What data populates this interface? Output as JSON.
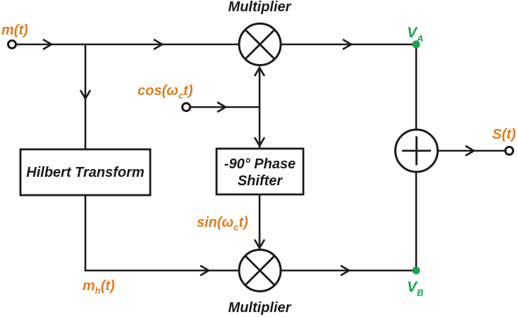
{
  "colors": {
    "accent-orange": "#E07C1F",
    "accent-green": "#1CA24F",
    "line": "#1A1A1A"
  },
  "labels": {
    "input_signal": "m(t)",
    "multiplier_top": "Multiplier",
    "multiplier_bottom": "Multiplier",
    "hilbert_block": "Hilbert Transform",
    "phase_shifter_line1": "-90° Phase",
    "phase_shifter_line2": "Shifter",
    "cos_carrier": {
      "pre": "cos(ω",
      "sub": "c",
      "post": "t)"
    },
    "sin_carrier": {
      "pre": "sin(ω",
      "sub": "c",
      "post": "t)"
    },
    "hilbert_output": {
      "pre": "m",
      "sub": "h",
      "post": "(t)"
    },
    "node_a": {
      "pre": "V",
      "sub": "A"
    },
    "node_b": {
      "pre": "V",
      "sub": "B"
    },
    "output_signal": "S(t)"
  }
}
